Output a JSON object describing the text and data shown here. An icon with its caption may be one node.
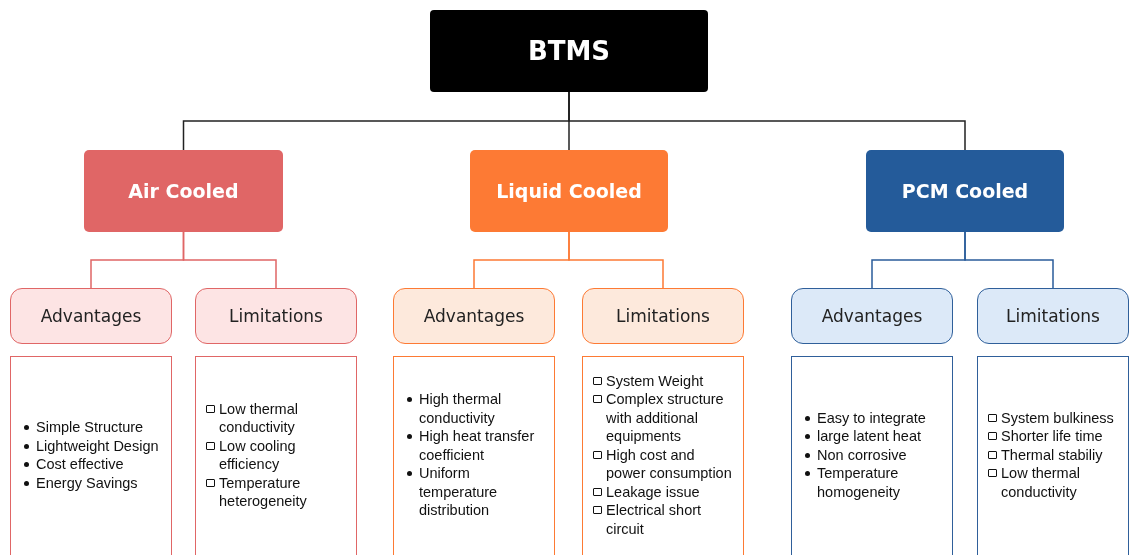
{
  "diagram": {
    "nodes": [
      {
        "text": [
          "BTMS"
        ]
      },
      {
        "text": [
          "Air Cooled"
        ]
      },
      {
        "text": [
          "Liquid Cooled"
        ]
      },
      {
        "text": [
          "PCM Cooled"
        ]
      },
      {
        "text": [
          "Advantages"
        ]
      },
      {
        "text": [
          "Limitations"
        ]
      },
      {
        "text": [
          "Advantages"
        ]
      },
      {
        "text": [
          "Limitations"
        ]
      },
      {
        "text": [
          "Advantages"
        ]
      },
      {
        "text": [
          "Limitations"
        ]
      },
      {
        "text": [
          "Simple Structure",
          "Lightweight Design",
          "Cost effective",
          "Energy Savings"
        ]
      },
      {
        "text": [
          "Low thermal conductivity",
          "Low cooling efficiency",
          "Temperature heterogeneity"
        ]
      },
      {
        "text": [
          "High thermal conductivity",
          "High heat transfer coefficient",
          "Uniform temperature distribution"
        ]
      },
      {
        "text": [
          "System Weight",
          "Complex structure with additional equipments",
          "High cost and power consumption",
          "Leakage issue",
          "Electrical short circuit"
        ]
      },
      {
        "text": [
          "Easy to integrate",
          "large latent heat",
          "Non corrosive",
          "Temperature homogeneity"
        ]
      },
      {
        "text": [
          "System bulkiness",
          "Shorter life time",
          "Thermal stabiliy",
          "Low thermal conductivity"
        ]
      }
    ],
    "edges": [
      {
        "from": 0,
        "to": 1,
        "arrow": "none",
        "color": "#222222"
      },
      {
        "from": 0,
        "to": 2,
        "arrow": "none",
        "color": "#222222"
      },
      {
        "from": 0,
        "to": 3,
        "arrow": "none",
        "color": "#222222"
      },
      {
        "from": 1,
        "to": 4,
        "arrow": "none",
        "color": "#e06666"
      },
      {
        "from": 1,
        "to": 5,
        "arrow": "none",
        "color": "#e06666"
      },
      {
        "from": 2,
        "to": 6,
        "arrow": "none",
        "color": "#fd7a34"
      },
      {
        "from": 2,
        "to": 7,
        "arrow": "none",
        "color": "#fd7a34"
      },
      {
        "from": 3,
        "to": 8,
        "arrow": "none",
        "color": "#2a5c9a"
      },
      {
        "from": 3,
        "to": 9,
        "arrow": "none",
        "color": "#2a5c9a"
      }
    ]
  }
}
